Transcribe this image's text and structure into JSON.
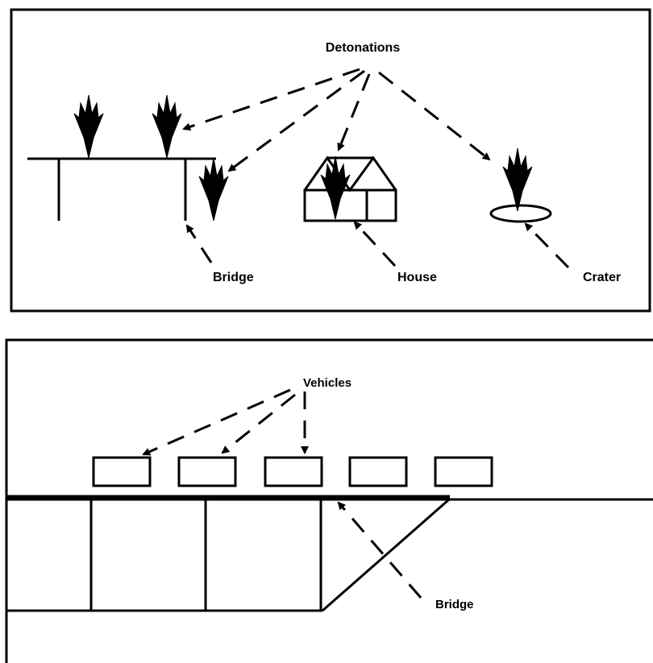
{
  "top_panel": {
    "labels": {
      "detonations": "Detonations",
      "bridge": "Bridge",
      "house": "House",
      "crater": "Crater"
    }
  },
  "bottom_panel": {
    "labels": {
      "vehicles": "Vehicles",
      "bridge": "Bridge"
    },
    "vehicle_count": 5
  },
  "colors": {
    "ink": "#000000",
    "background": "#ffffff"
  }
}
